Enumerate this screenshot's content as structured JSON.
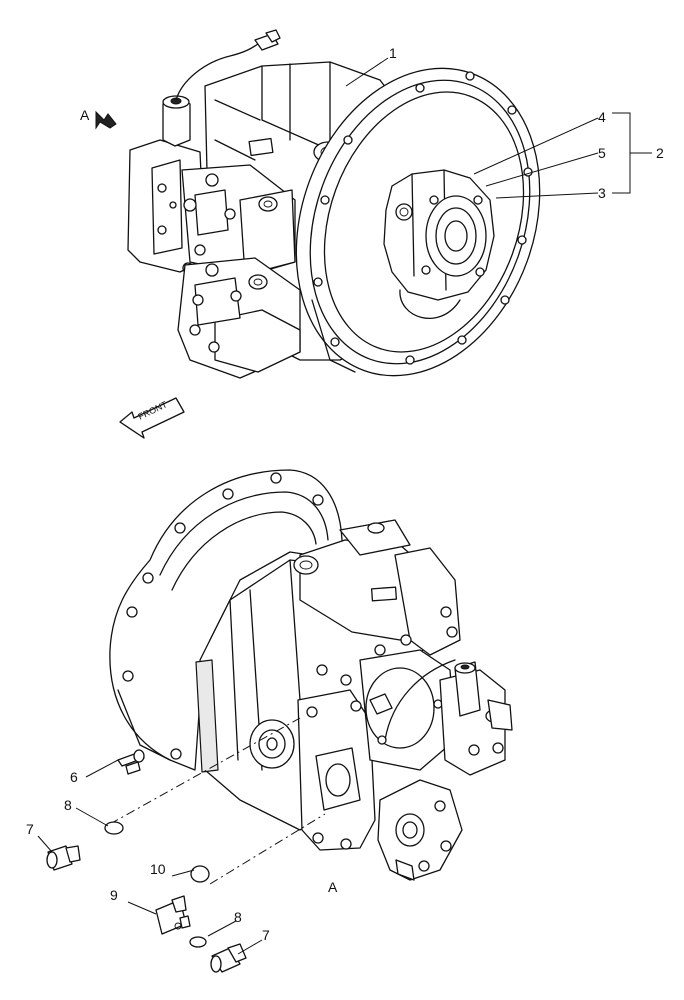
{
  "labels": {
    "item1": "1",
    "item2": "2",
    "item3": "3",
    "item4": "4",
    "item5": "5",
    "item6": "6",
    "item7_upper": "7",
    "item7_lower": "7",
    "item8_upper": "8",
    "item8_lower": "8",
    "item9": "9",
    "item10": "10"
  },
  "view_marks": {
    "view_a_arrow": "A",
    "view_a_caption": "A"
  },
  "front_arrow": "FRONT"
}
